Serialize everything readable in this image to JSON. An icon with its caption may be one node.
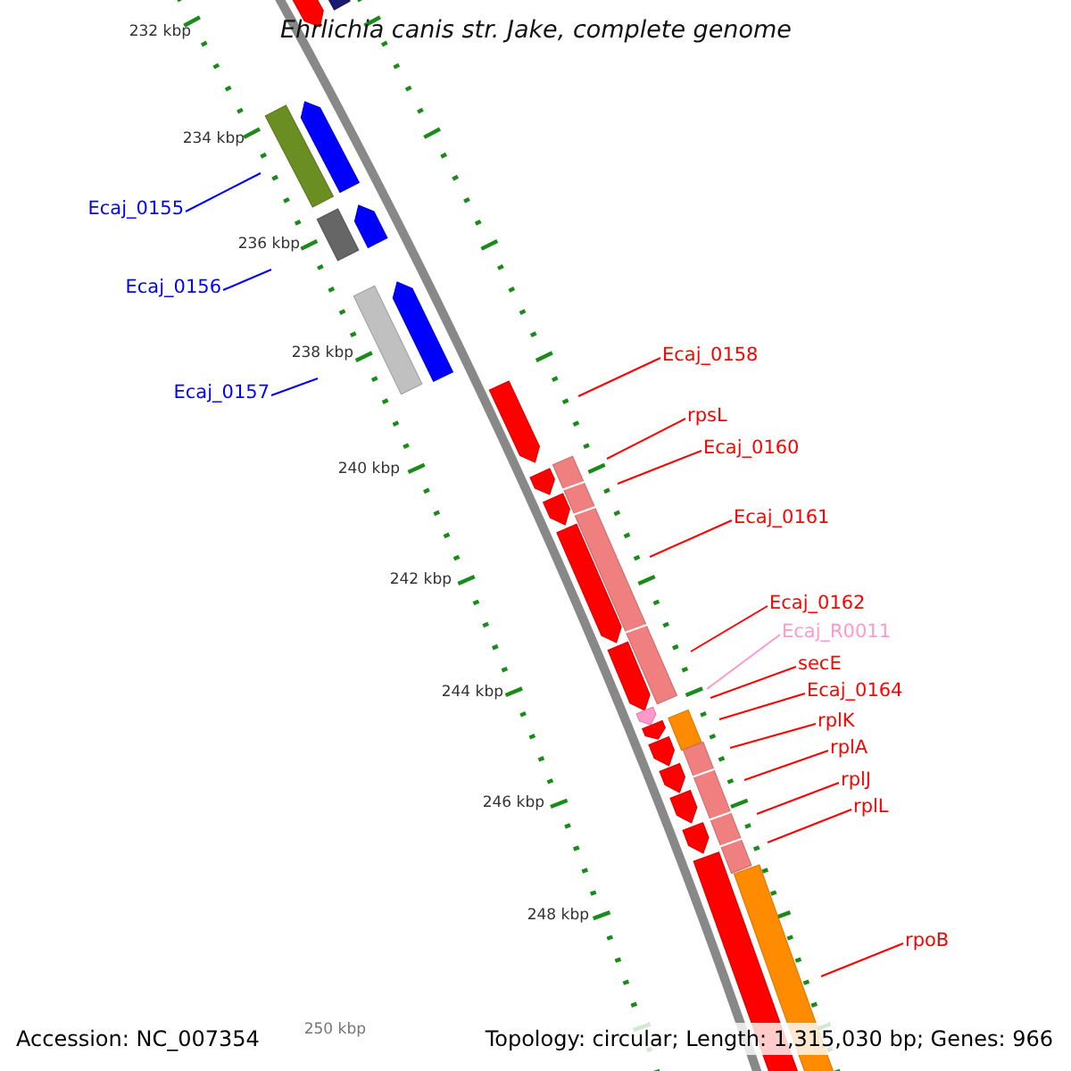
{
  "diagram": {
    "title": "Ehrlichia canis str. Jake, complete genome",
    "nodes": [
      {
        "text": [
          "Ecaj_0155"
        ]
      },
      {
        "text": [
          "Ecaj_0156"
        ]
      },
      {
        "text": [
          "Ecaj_0157"
        ]
      },
      {
        "text": [
          "Ecaj_0158"
        ]
      },
      {
        "text": [
          "rpsL"
        ]
      },
      {
        "text": [
          "Ecaj_0160"
        ]
      },
      {
        "text": [
          "Ecaj_0161"
        ]
      },
      {
        "text": [
          "Ecaj_0162"
        ]
      },
      {
        "text": [
          "Ecaj_R0011"
        ]
      },
      {
        "text": [
          "secE"
        ]
      },
      {
        "text": [
          "Ecaj_0164"
        ]
      },
      {
        "text": [
          "rplK"
        ]
      },
      {
        "text": [
          "rplA"
        ]
      },
      {
        "text": [
          "rplJ"
        ]
      },
      {
        "text": [
          "rplL"
        ]
      },
      {
        "text": [
          "rpoB"
        ]
      }
    ],
    "edges": [
      {
        "from": 0,
        "to": null,
        "arrow": "none",
        "color": "#0000ff"
      },
      {
        "from": 1,
        "to": null,
        "arrow": "none",
        "color": "#0000ff"
      },
      {
        "from": 2,
        "to": null,
        "arrow": "none",
        "color": "#0000ff"
      },
      {
        "from": 3,
        "to": null,
        "arrow": "none"
      },
      {
        "from": 4,
        "to": null,
        "arrow": "none"
      },
      {
        "from": 5,
        "to": null,
        "arrow": "none"
      },
      {
        "from": 6,
        "to": null,
        "arrow": "none"
      },
      {
        "from": 7,
        "to": null,
        "arrow": "none"
      },
      {
        "from": 8,
        "to": null,
        "arrow": "none",
        "color": "#ff99cc"
      },
      {
        "from": 9,
        "to": null,
        "arrow": "none"
      },
      {
        "from": 10,
        "to": null,
        "arrow": "none"
      },
      {
        "from": 11,
        "to": null,
        "arrow": "none"
      },
      {
        "from": 12,
        "to": null,
        "arrow": "none"
      },
      {
        "from": 13,
        "to": null,
        "arrow": "none"
      },
      {
        "from": 14,
        "to": null,
        "arrow": "none"
      },
      {
        "from": 15,
        "to": null,
        "arrow": "none"
      }
    ],
    "labels": [
      "232 kbp",
      "234 kbp",
      "236 kbp",
      "238 kbp",
      "240 kbp",
      "242 kbp",
      "244 kbp",
      "246 kbp",
      "248 kbp",
      "250 kbp",
      "Accession: NC_007354",
      "Topology: circular; Length: 1,315,030 bp; Genes: 966"
    ]
  }
}
